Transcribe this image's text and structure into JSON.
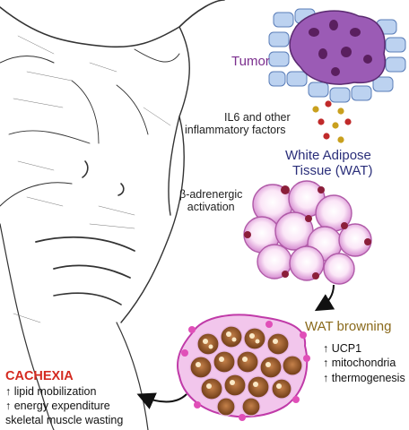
{
  "labels": {
    "tumor": "Tumor",
    "il6_line1": "IL6 and other",
    "il6_line2": "inflammatory factors",
    "wat_line1": "White Adipose",
    "wat_line2": "Tissue (WAT)",
    "beta_line1": "β-adrenergic",
    "beta_line2": "activation",
    "browning_title": "WAT browning",
    "browning_effects": [
      "↑ UCP1",
      "↑ mitochondria",
      "↑ thermogenesis"
    ],
    "cachexia_title": "CACHEXIA",
    "cachexia_effects": [
      "↑ lipid mobilization",
      "↑ energy expenditure",
      "skeletal muscle wasting"
    ]
  },
  "colors": {
    "tumor_text": "#7b2f8e",
    "wat_text": "#2b2f7a",
    "browning_text": "#8a6a1c",
    "cachexia_text": "#d42a20",
    "tumor_cell": "#9b5bb5",
    "normal_cell": "#bcd2f0",
    "adipocyte": "#f4d3ef",
    "brown_cell": "#a0622e"
  }
}
